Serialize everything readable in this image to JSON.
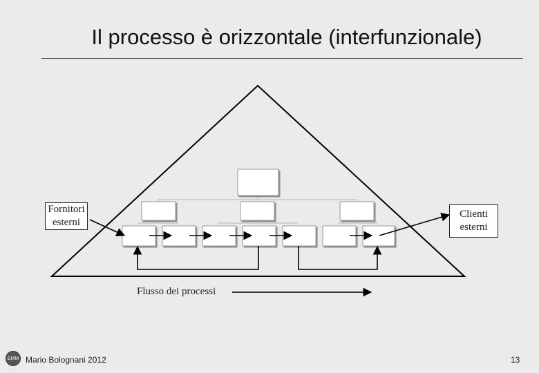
{
  "slide": {
    "title": "Il processo è orizzontale (interfunzionale)",
    "suppliers_label": "Fornitori\nesterni",
    "customers_label": "Clienti\nesterni",
    "flow_label": "Flusso dei processi",
    "footer_author": "Mario Bolognani 2012",
    "page_number": "13",
    "logo_text": "EMM"
  },
  "colors": {
    "background": "#ebebeb",
    "box_fill": "#ffffff",
    "stroke": "#000000",
    "connector": "#b5b5b5"
  }
}
